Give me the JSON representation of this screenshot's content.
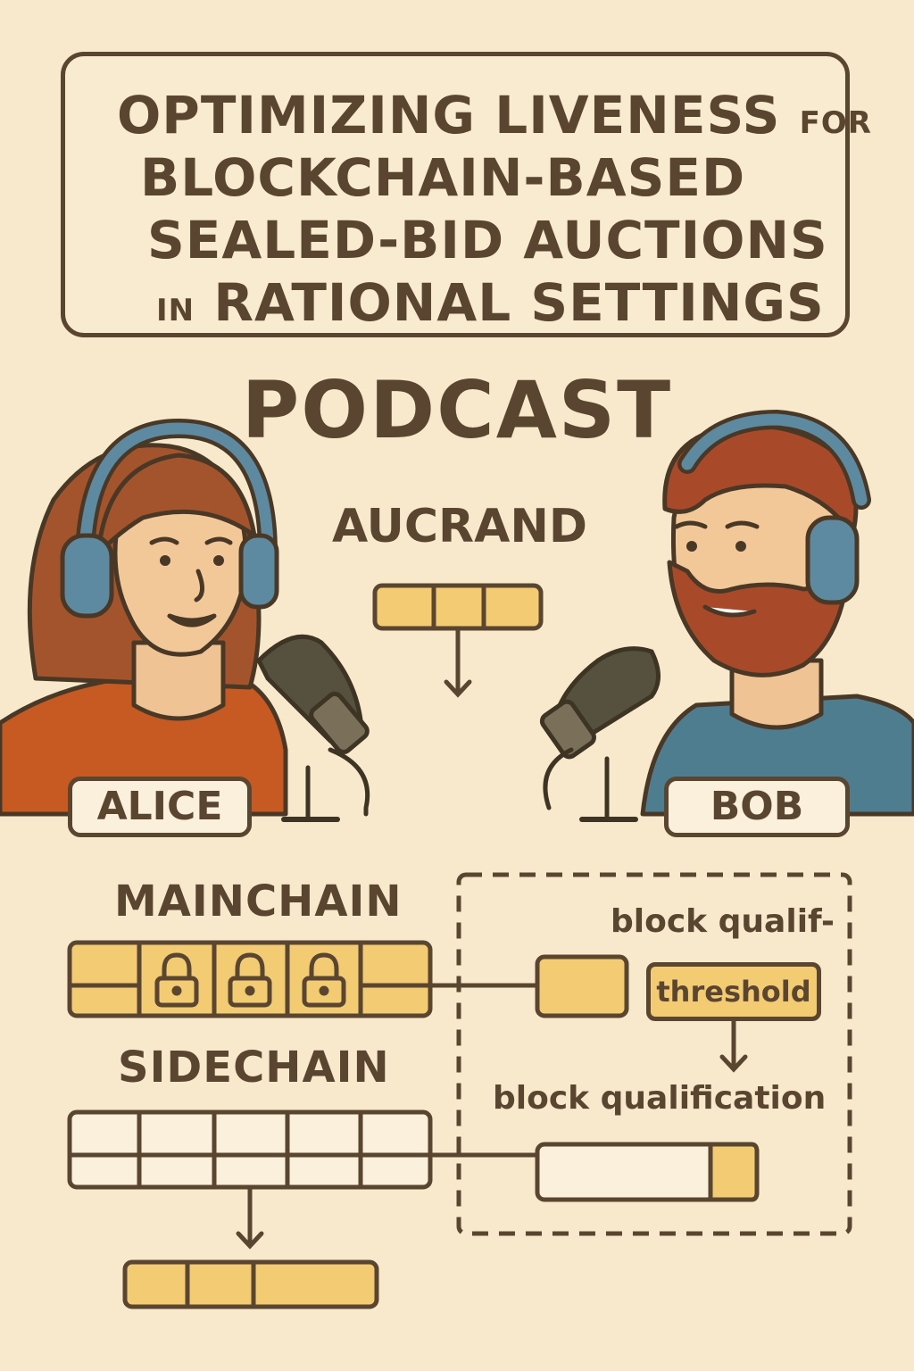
{
  "title": {
    "line1_main": "OPTIMIZING LIVENESS",
    "line1_small": "FOR",
    "line2": "BLOCKCHAIN-BASED",
    "line3": "SEALED-BID AUCTIONS",
    "line4_small": "IN",
    "line4_main": "RATIONAL SETTINGS"
  },
  "podcast": "PODCAST",
  "aucrand": "AUCRAND",
  "hosts": {
    "left": "ALICE",
    "right": "BOB"
  },
  "mainchain": "MAINCHAIN",
  "sidechain": "SIDECHAIN",
  "qualification": {
    "top_text": "block qualif-",
    "threshold": "threshold",
    "bottom_text": "block qualification"
  },
  "colors": {
    "background": "#f8e9cc",
    "ink": "#5a4630",
    "yellow": "#f3cb73",
    "alice_shirt": "#c65a22",
    "bob_shirt": "#4f7d90",
    "headphones": "#5d8aa0"
  }
}
